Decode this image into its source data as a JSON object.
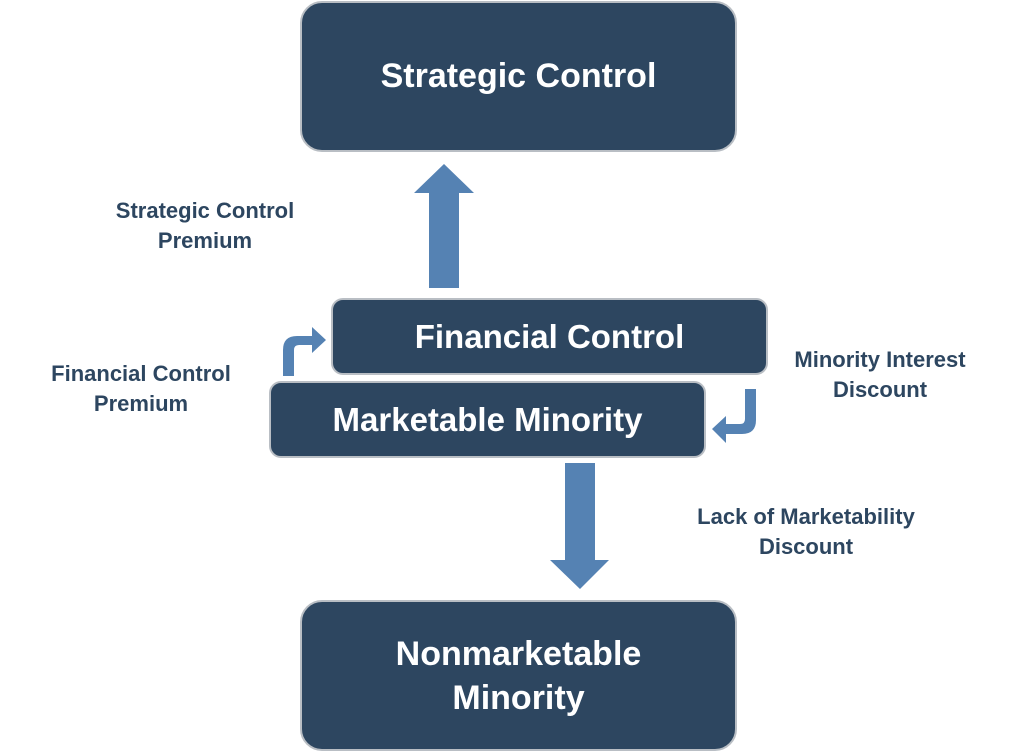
{
  "colors": {
    "box_fill": "#2d4660",
    "box_border": "#b9bec4",
    "arrow": "#5582b3",
    "label_text": "#2d4660",
    "box_text": "#ffffff"
  },
  "boxes": {
    "strategic_control": "Strategic Control",
    "financial_control": "Financial Control",
    "marketable_minority": "Marketable Minority",
    "nonmarketable_minority_line1": "Nonmarketable",
    "nonmarketable_minority_line2": "Minority"
  },
  "labels": {
    "strategic_control_premium_line1": "Strategic Control",
    "strategic_control_premium_line2": "Premium",
    "financial_control_premium_line1": "Financial Control",
    "financial_control_premium_line2": "Premium",
    "minority_interest_discount_line1": "Minority Interest",
    "minority_interest_discount_line2": "Discount",
    "lack_of_marketability_discount_line1": "Lack of Marketability",
    "lack_of_marketability_discount_line2": "Discount"
  },
  "arrows": [
    {
      "name": "strategic-control-premium-arrow",
      "direction": "up"
    },
    {
      "name": "financial-control-premium-arrow",
      "direction": "up-right"
    },
    {
      "name": "minority-interest-discount-arrow",
      "direction": "down-left"
    },
    {
      "name": "lack-of-marketability-discount-arrow",
      "direction": "down"
    }
  ]
}
